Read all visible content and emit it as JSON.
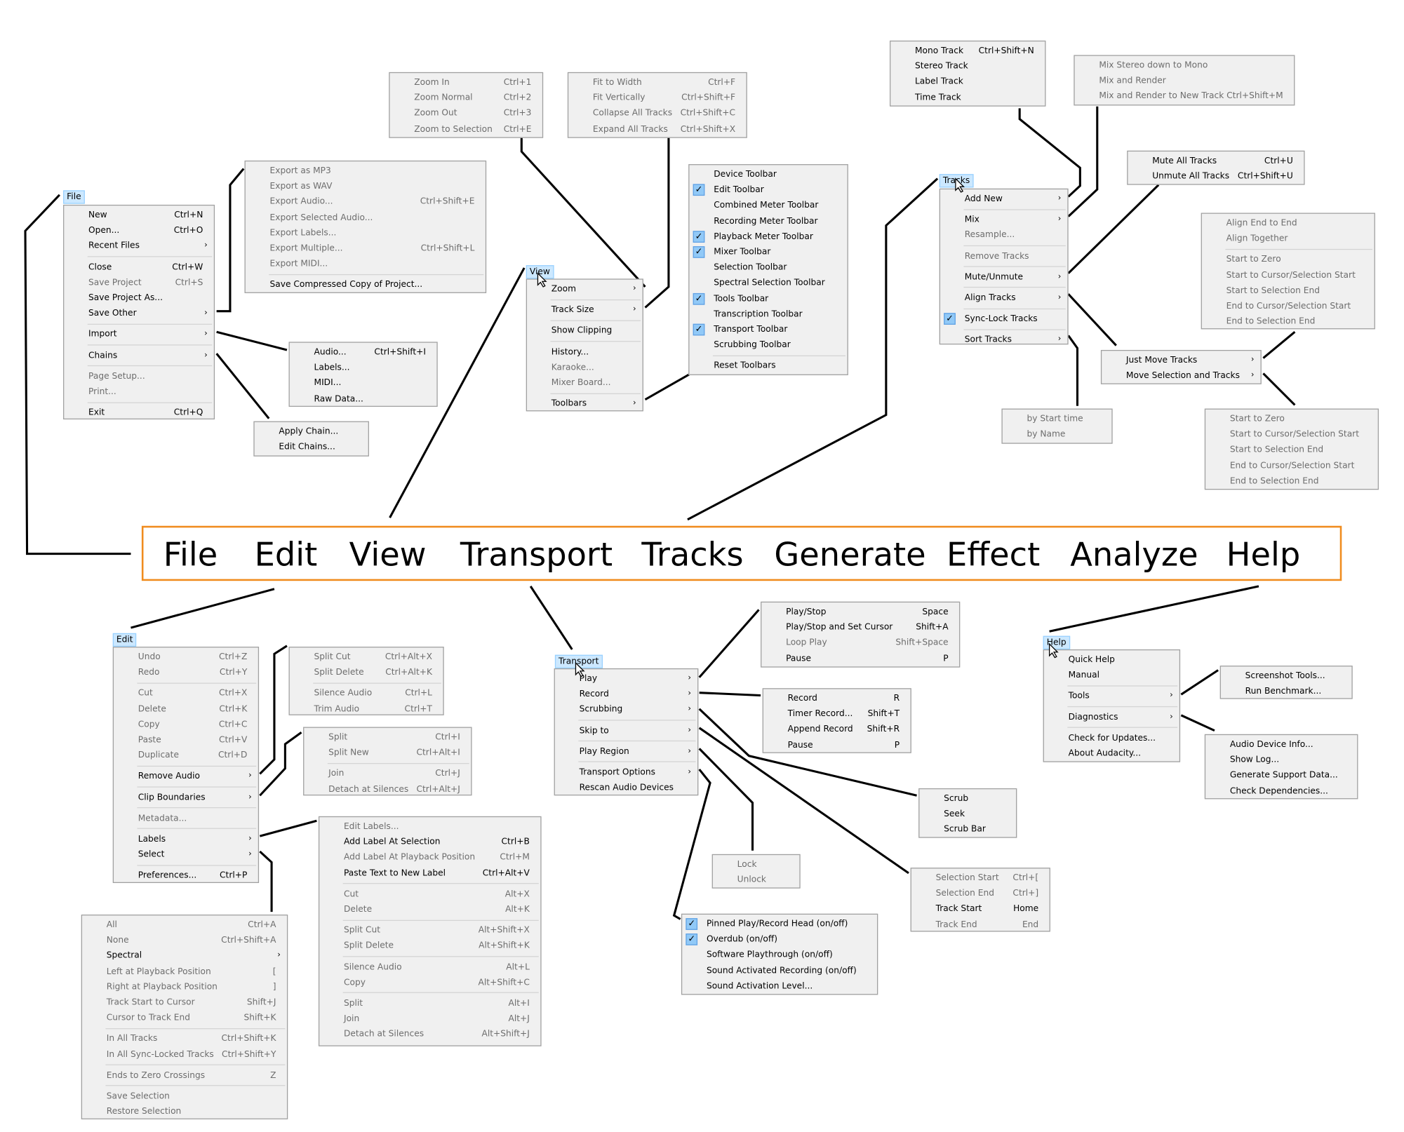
{
  "menubar": [
    "File",
    "Edit",
    "View",
    "Transport",
    "Tracks",
    "Generate",
    "Effect",
    "Analyze",
    "Help"
  ],
  "tags": {
    "file": "File",
    "view": "View",
    "tracks": "Tracks",
    "edit": "Edit",
    "transport": "Transport",
    "help": "Help"
  },
  "colors": {
    "menubar_border": "#f08c1e",
    "check_bg": "#91c9f7",
    "tag_bg": "#cce8ff",
    "menu_bg": "#f0f0f0"
  },
  "menus": {
    "file": [
      {
        "l": "New",
        "s": "Ctrl+N"
      },
      {
        "l": "Open...",
        "s": "Ctrl+O"
      },
      {
        "l": "Recent Files",
        "a": 1
      },
      {
        "sep": 1
      },
      {
        "l": "Close",
        "s": "Ctrl+W"
      },
      {
        "l": "Save Project",
        "s": "Ctrl+S",
        "d": 1
      },
      {
        "l": "Save Project As..."
      },
      {
        "l": "Save Other",
        "a": 1
      },
      {
        "sep": 1
      },
      {
        "l": "Import",
        "a": 1
      },
      {
        "sep": 1
      },
      {
        "l": "Chains",
        "a": 1
      },
      {
        "sep": 1
      },
      {
        "l": "Page Setup...",
        "d": 1
      },
      {
        "l": "Print...",
        "d": 1
      },
      {
        "sep": 1
      },
      {
        "l": "Exit",
        "s": "Ctrl+Q"
      }
    ],
    "export": [
      {
        "l": "Export as MP3",
        "d": 1
      },
      {
        "l": "Export as WAV",
        "d": 1
      },
      {
        "l": "Export Audio...",
        "s": "Ctrl+Shift+E",
        "d": 1
      },
      {
        "l": "Export Selected Audio...",
        "d": 1
      },
      {
        "l": "Export Labels...",
        "d": 1
      },
      {
        "l": "Export Multiple...",
        "s": "Ctrl+Shift+L",
        "d": 1
      },
      {
        "l": "Export MIDI...",
        "d": 1
      },
      {
        "sep": 1
      },
      {
        "l": "Save Compressed Copy of Project..."
      }
    ],
    "import": [
      {
        "l": "Audio...",
        "s": "Ctrl+Shift+I"
      },
      {
        "l": "Labels..."
      },
      {
        "l": "MIDI..."
      },
      {
        "l": "Raw Data..."
      }
    ],
    "chains": [
      {
        "l": "Apply Chain..."
      },
      {
        "l": "Edit Chains..."
      }
    ],
    "zoom": [
      {
        "l": "Zoom In",
        "s": "Ctrl+1",
        "d": 1
      },
      {
        "l": "Zoom Normal",
        "s": "Ctrl+2",
        "d": 1
      },
      {
        "l": "Zoom Out",
        "s": "Ctrl+3",
        "d": 1
      },
      {
        "l": "Zoom to Selection",
        "s": "Ctrl+E",
        "d": 1
      }
    ],
    "tracksize": [
      {
        "l": "Fit to Width",
        "s": "Ctrl+F",
        "d": 1
      },
      {
        "l": "Fit Vertically",
        "s": "Ctrl+Shift+F",
        "d": 1
      },
      {
        "l": "Collapse All Tracks",
        "s": "Ctrl+Shift+C",
        "d": 1
      },
      {
        "l": "Expand All Tracks",
        "s": "Ctrl+Shift+X",
        "d": 1
      }
    ],
    "view": [
      {
        "l": "Zoom",
        "a": 1
      },
      {
        "sep": 1
      },
      {
        "l": "Track Size",
        "a": 1
      },
      {
        "sep": 1
      },
      {
        "l": "Show Clipping"
      },
      {
        "sep": 1
      },
      {
        "l": "History..."
      },
      {
        "l": "Karaoke...",
        "d": 1
      },
      {
        "l": "Mixer Board...",
        "d": 1
      },
      {
        "sep": 1
      },
      {
        "l": "Toolbars",
        "a": 1
      }
    ],
    "toolbars": [
      {
        "l": "Device Toolbar"
      },
      {
        "l": "Edit Toolbar",
        "c": 1
      },
      {
        "l": "Combined Meter Toolbar"
      },
      {
        "l": "Recording Meter Toolbar"
      },
      {
        "l": "Playback Meter Toolbar",
        "c": 1
      },
      {
        "l": "Mixer Toolbar",
        "c": 1
      },
      {
        "l": "Selection Toolbar"
      },
      {
        "l": "Spectral Selection Toolbar"
      },
      {
        "l": "Tools Toolbar",
        "c": 1
      },
      {
        "l": "Transcription Toolbar"
      },
      {
        "l": "Transport Toolbar",
        "c": 1
      },
      {
        "l": "Scrubbing Toolbar"
      },
      {
        "sep": 1
      },
      {
        "l": "Reset Toolbars"
      }
    ],
    "addnew": [
      {
        "l": "Mono Track",
        "s": "Ctrl+Shift+N"
      },
      {
        "l": "Stereo Track"
      },
      {
        "l": "Label Track"
      },
      {
        "l": "Time Track"
      }
    ],
    "mix": [
      {
        "l": "Mix Stereo down to Mono",
        "d": 1
      },
      {
        "l": "Mix and Render",
        "d": 1
      },
      {
        "l": "Mix and Render to New Track",
        "s": "Ctrl+Shift+M",
        "d": 1
      }
    ],
    "mute": [
      {
        "l": "Mute All Tracks",
        "s": "Ctrl+U"
      },
      {
        "l": "Unmute All Tracks",
        "s": "Ctrl+Shift+U"
      }
    ],
    "tracks": [
      {
        "l": "Add New",
        "a": 1
      },
      {
        "sep": 1
      },
      {
        "l": "Mix",
        "a": 1
      },
      {
        "l": "Resample...",
        "d": 1
      },
      {
        "sep": 1
      },
      {
        "l": "Remove Tracks",
        "d": 1
      },
      {
        "sep": 1
      },
      {
        "l": "Mute/Unmute",
        "a": 1
      },
      {
        "sep": 1
      },
      {
        "l": "Align Tracks",
        "a": 1
      },
      {
        "sep": 1
      },
      {
        "l": "Sync-Lock Tracks",
        "c": 1
      },
      {
        "sep": 1
      },
      {
        "l": "Sort Tracks",
        "a": 1
      }
    ],
    "align": [
      {
        "l": "Align End to End",
        "d": 1
      },
      {
        "l": "Align Together",
        "d": 1
      },
      {
        "sep": 1
      },
      {
        "l": "Start to Zero",
        "d": 1
      },
      {
        "l": "Start to Cursor/Selection Start",
        "d": 1
      },
      {
        "l": "Start to Selection End",
        "d": 1
      },
      {
        "l": "End to Cursor/Selection Start",
        "d": 1
      },
      {
        "l": "End to Selection End",
        "d": 1
      }
    ],
    "alignmove": [
      {
        "l": "Just Move Tracks",
        "a": 1
      },
      {
        "l": "Move Selection and Tracks",
        "a": 1
      }
    ],
    "sort": [
      {
        "l": "by Start time",
        "d": 1
      },
      {
        "l": "by Name",
        "d": 1
      }
    ],
    "movesel": [
      {
        "l": "Start to Zero",
        "d": 1
      },
      {
        "l": "Start to Cursor/Selection Start",
        "d": 1
      },
      {
        "l": "Start to Selection End",
        "d": 1
      },
      {
        "l": "End to Cursor/Selection Start",
        "d": 1
      },
      {
        "l": "End to Selection End",
        "d": 1
      }
    ],
    "edit": [
      {
        "l": "Undo",
        "s": "Ctrl+Z",
        "d": 1
      },
      {
        "l": "Redo",
        "s": "Ctrl+Y",
        "d": 1
      },
      {
        "sep": 1
      },
      {
        "l": "Cut",
        "s": "Ctrl+X",
        "d": 1
      },
      {
        "l": "Delete",
        "s": "Ctrl+K",
        "d": 1
      },
      {
        "l": "Copy",
        "s": "Ctrl+C",
        "d": 1
      },
      {
        "l": "Paste",
        "s": "Ctrl+V",
        "d": 1
      },
      {
        "l": "Duplicate",
        "s": "Ctrl+D",
        "d": 1
      },
      {
        "sep": 1
      },
      {
        "l": "Remove Audio",
        "a": 1
      },
      {
        "sep": 1
      },
      {
        "l": "Clip Boundaries",
        "a": 1
      },
      {
        "sep": 1
      },
      {
        "l": "Metadata...",
        "d": 1
      },
      {
        "sep": 1
      },
      {
        "l": "Labels",
        "a": 1
      },
      {
        "l": "Select",
        "a": 1
      },
      {
        "sep": 1
      },
      {
        "l": "Preferences...",
        "s": "Ctrl+P"
      }
    ],
    "removeaudio": [
      {
        "l": "Split Cut",
        "s": "Ctrl+Alt+X",
        "d": 1
      },
      {
        "l": "Split Delete",
        "s": "Ctrl+Alt+K",
        "d": 1
      },
      {
        "sep": 1
      },
      {
        "l": "Silence Audio",
        "s": "Ctrl+L",
        "d": 1
      },
      {
        "l": "Trim Audio",
        "s": "Ctrl+T",
        "d": 1
      }
    ],
    "clip": [
      {
        "l": "Split",
        "s": "Ctrl+I",
        "d": 1
      },
      {
        "l": "Split New",
        "s": "Ctrl+Alt+I",
        "d": 1
      },
      {
        "sep": 1
      },
      {
        "l": "Join",
        "s": "Ctrl+J",
        "d": 1
      },
      {
        "l": "Detach at Silences",
        "s": "Ctrl+Alt+J",
        "d": 1
      }
    ],
    "labels": [
      {
        "l": "Edit Labels...",
        "d": 1
      },
      {
        "l": "Add Label At Selection",
        "s": "Ctrl+B"
      },
      {
        "l": "Add Label At Playback Position",
        "s": "Ctrl+M",
        "d": 1
      },
      {
        "l": "Paste Text to New Label",
        "s": "Ctrl+Alt+V"
      },
      {
        "sep": 1
      },
      {
        "l": "Cut",
        "s": "Alt+X",
        "d": 1
      },
      {
        "l": "Delete",
        "s": "Alt+K",
        "d": 1
      },
      {
        "sep": 1
      },
      {
        "l": "Split Cut",
        "s": "Alt+Shift+X",
        "d": 1
      },
      {
        "l": "Split Delete",
        "s": "Alt+Shift+K",
        "d": 1
      },
      {
        "sep": 1
      },
      {
        "l": "Silence Audio",
        "s": "Alt+L",
        "d": 1
      },
      {
        "l": "Copy",
        "s": "Alt+Shift+C",
        "d": 1
      },
      {
        "sep": 1
      },
      {
        "l": "Split",
        "s": "Alt+I",
        "d": 1
      },
      {
        "l": "Join",
        "s": "Alt+J",
        "d": 1
      },
      {
        "l": "Detach at Silences",
        "s": "Alt+Shift+J",
        "d": 1
      }
    ],
    "select": [
      {
        "l": "All",
        "s": "Ctrl+A",
        "d": 1
      },
      {
        "l": "None",
        "s": "Ctrl+Shift+A",
        "d": 1
      },
      {
        "l": "Spectral",
        "a": 1
      },
      {
        "l": "Left at Playback Position",
        "s": "[",
        "d": 1
      },
      {
        "l": "Right at Playback Position",
        "s": "]",
        "d": 1
      },
      {
        "l": "Track Start to Cursor",
        "s": "Shift+J",
        "d": 1
      },
      {
        "l": "Cursor to Track End",
        "s": "Shift+K",
        "d": 1
      },
      {
        "sep": 1
      },
      {
        "l": "In All Tracks",
        "s": "Ctrl+Shift+K",
        "d": 1
      },
      {
        "l": "In All Sync-Locked Tracks",
        "s": "Ctrl+Shift+Y",
        "d": 1
      },
      {
        "sep": 1
      },
      {
        "l": "Ends to Zero Crossings",
        "s": "Z",
        "d": 1
      },
      {
        "sep": 1
      },
      {
        "l": "Save Selection",
        "d": 1
      },
      {
        "l": "Restore Selection",
        "d": 1
      }
    ],
    "transport": [
      {
        "l": "Play",
        "a": 1
      },
      {
        "l": "Record",
        "a": 1
      },
      {
        "l": "Scrubbing",
        "a": 1
      },
      {
        "sep": 1
      },
      {
        "l": "Skip to",
        "a": 1
      },
      {
        "sep": 1
      },
      {
        "l": "Play Region",
        "a": 1
      },
      {
        "sep": 1
      },
      {
        "l": "Transport Options",
        "a": 1
      },
      {
        "l": "Rescan Audio Devices"
      }
    ],
    "play": [
      {
        "l": "Play/Stop",
        "s": "Space"
      },
      {
        "l": "Play/Stop and Set Cursor",
        "s": "Shift+A"
      },
      {
        "l": "Loop Play",
        "s": "Shift+Space",
        "d": 1
      },
      {
        "l": "Pause",
        "s": "P"
      }
    ],
    "record": [
      {
        "l": "Record",
        "s": "R"
      },
      {
        "l": "Timer Record...",
        "s": "Shift+T"
      },
      {
        "l": "Append Record",
        "s": "Shift+R"
      },
      {
        "l": "Pause",
        "s": "P"
      }
    ],
    "scrub": [
      {
        "l": "Scrub"
      },
      {
        "l": "Seek"
      },
      {
        "l": "Scrub Bar"
      }
    ],
    "lock": [
      {
        "l": "Lock",
        "d": 1
      },
      {
        "l": "Unlock",
        "d": 1
      }
    ],
    "skipto": [
      {
        "l": "Selection Start",
        "s": "Ctrl+[",
        "d": 1
      },
      {
        "l": "Selection End",
        "s": "Ctrl+]",
        "d": 1
      },
      {
        "l": "Track Start",
        "s": "Home"
      },
      {
        "l": "Track End",
        "s": "End",
        "d": 1
      }
    ],
    "options": [
      {
        "l": "Pinned Play/Record Head (on/off)",
        "c": 1
      },
      {
        "l": "Overdub (on/off)",
        "c": 1
      },
      {
        "l": "Software Playthrough (on/off)"
      },
      {
        "l": "Sound Activated Recording (on/off)"
      },
      {
        "l": "Sound Activation Level..."
      }
    ],
    "help": [
      {
        "l": "Quick Help"
      },
      {
        "l": "Manual"
      },
      {
        "sep": 1
      },
      {
        "l": "Tools",
        "a": 1
      },
      {
        "sep": 1
      },
      {
        "l": "Diagnostics",
        "a": 1
      },
      {
        "sep": 1
      },
      {
        "l": "Check for Updates..."
      },
      {
        "l": "About Audacity..."
      }
    ],
    "helptools": [
      {
        "l": "Screenshot Tools..."
      },
      {
        "l": "Run Benchmark..."
      }
    ],
    "diagnostics": [
      {
        "l": "Audio Device Info..."
      },
      {
        "l": "Show Log..."
      },
      {
        "l": "Generate Support Data..."
      },
      {
        "l": "Check Dependencies..."
      }
    ]
  }
}
